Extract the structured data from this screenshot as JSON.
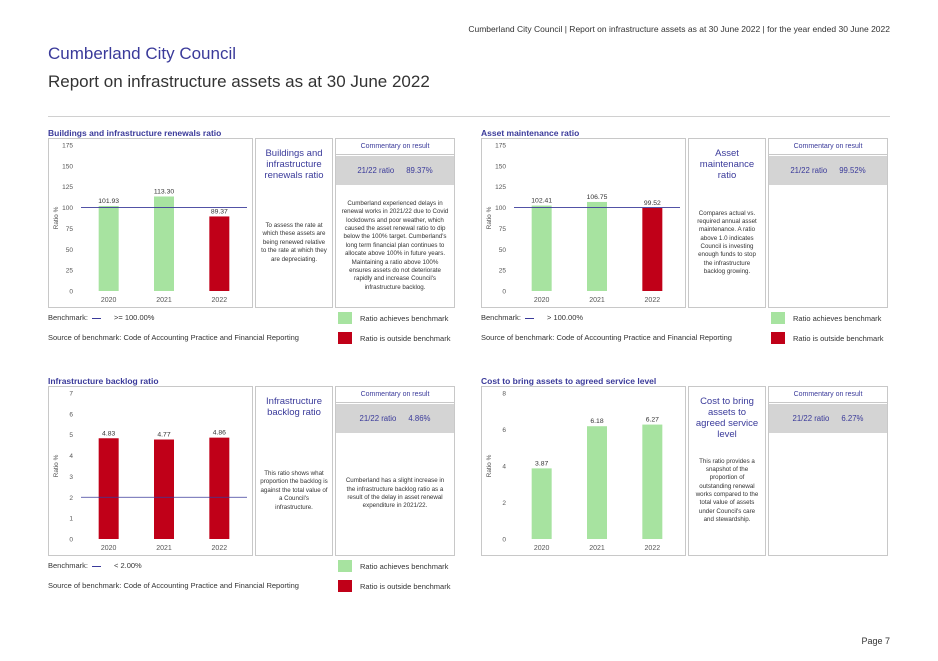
{
  "header": {
    "running_title": "Cumberland City Council | Report on infrastructure assets as at 30 June 2022 | for the year ended 30 June 2022",
    "council_name": "Cumberland City Council",
    "report_title": "Report on infrastructure assets as at 30 June 2022",
    "page": "Page 7"
  },
  "colors": {
    "achieves": "#a7e3a0",
    "outside": "#c00018",
    "benchmark_line": "#3a3a9a",
    "accent_text": "#3a3a9a"
  },
  "legend": {
    "achieves": "Ratio achieves benchmark",
    "outside": "Ratio is outside benchmark"
  },
  "common": {
    "benchmark_label": "Benchmark:",
    "source": "Source of benchmark: Code of Accounting Practice and Financial Reporting",
    "commentary_heading": "Commentary on result"
  },
  "panels": [
    {
      "title": "Buildings and infrastructure renewals ratio",
      "name": "Buildings and infrastructure renewals ratio",
      "description": "To assess the rate at which these assets are being renewed relative to the rate at which they are depreciating.",
      "ratio_label": "21/22 ratio",
      "ratio_value": "89.37%",
      "commentary": "Cumberland experienced delays in renewal works in 2021/22 due to Covid lockdowns and poor weather, which caused the asset renewal ratio to dip below the 100% target. Cumberland's long term financial plan continues to allocate above 100% in future years. Maintaining a ratio above 100% ensures assets do not deteriorate rapidly and increase Council's infrastructure backlog.",
      "benchmark_text": ">= 100.00%",
      "show_bench_legend": true
    },
    {
      "title": "Asset maintenance ratio",
      "name": "Asset maintenance ratio",
      "description": "Compares actual vs. required annual asset maintenance. A ratio above 1.0 indicates Council is investing enough funds to stop the infrastructure backlog growing.",
      "ratio_label": "21/22 ratio",
      "ratio_value": "99.52%",
      "commentary": "",
      "benchmark_text": "> 100.00%",
      "show_bench_legend": true
    },
    {
      "title": "Infrastructure backlog ratio",
      "name": "Infrastructure backlog ratio",
      "description": "This ratio shows what proportion the backlog is against the total value of a Council's infrastructure.",
      "ratio_label": "21/22 ratio",
      "ratio_value": "4.86%",
      "commentary": "Cumberland has a slight increase in the infrastructure backlog ratio as a result of the delay in asset renewal expenditure in 2021/22.",
      "benchmark_text": "< 2.00%",
      "show_bench_legend": true
    },
    {
      "title": "Cost to bring assets to agreed service level",
      "name": "Cost to bring assets to agreed service level",
      "description": "This ratio provides a snapshot of the proportion of outstanding renewal works compared to the total value of assets under Council's care and stewardship.",
      "ratio_label": "21/22 ratio",
      "ratio_value": "6.27%",
      "commentary": "",
      "benchmark_text": "",
      "show_bench_legend": false
    }
  ],
  "chart_data": [
    {
      "type": "bar",
      "title": "Buildings and infrastructure renewals ratio",
      "ylabel": "Ratio %",
      "categories": [
        "2020",
        "2021",
        "2022"
      ],
      "values": [
        101.93,
        113.3,
        89.37
      ],
      "data_labels": [
        "101.93",
        "113.30",
        "89.37"
      ],
      "status": [
        "achieves",
        "achieves",
        "outside"
      ],
      "benchmark": 100,
      "ylim": [
        0,
        175
      ],
      "yticks": [
        0,
        25,
        50,
        75,
        100,
        125,
        150,
        175
      ],
      "grid": false
    },
    {
      "type": "bar",
      "title": "Asset maintenance ratio",
      "ylabel": "Ratio %",
      "categories": [
        "2020",
        "2021",
        "2022"
      ],
      "values": [
        102.41,
        106.75,
        99.52
      ],
      "data_labels": [
        "102.41",
        "106.75",
        "99.52"
      ],
      "status": [
        "achieves",
        "achieves",
        "outside"
      ],
      "benchmark": 100,
      "ylim": [
        0,
        175
      ],
      "yticks": [
        0,
        25,
        50,
        75,
        100,
        125,
        150,
        175
      ],
      "grid": false
    },
    {
      "type": "bar",
      "title": "Infrastructure backlog ratio",
      "ylabel": "Ratio %",
      "categories": [
        "2020",
        "2021",
        "2022"
      ],
      "values": [
        4.83,
        4.77,
        4.86
      ],
      "data_labels": [
        "4.83",
        "4.77",
        "4.86"
      ],
      "status": [
        "outside",
        "outside",
        "outside"
      ],
      "benchmark": 2,
      "ylim": [
        0,
        7
      ],
      "yticks": [
        0,
        1,
        2,
        3,
        4,
        5,
        6,
        7
      ],
      "grid": false
    },
    {
      "type": "bar",
      "title": "Cost to bring assets to agreed service level",
      "ylabel": "Ratio %",
      "categories": [
        "2020",
        "2021",
        "2022"
      ],
      "values": [
        3.87,
        6.18,
        6.27
      ],
      "data_labels": [
        "3.87",
        "6.18",
        "6.27"
      ],
      "status": [
        "achieves",
        "achieves",
        "achieves"
      ],
      "benchmark": null,
      "ylim": [
        0,
        8
      ],
      "yticks": [
        0,
        2,
        4,
        6,
        8
      ],
      "grid": false
    }
  ]
}
